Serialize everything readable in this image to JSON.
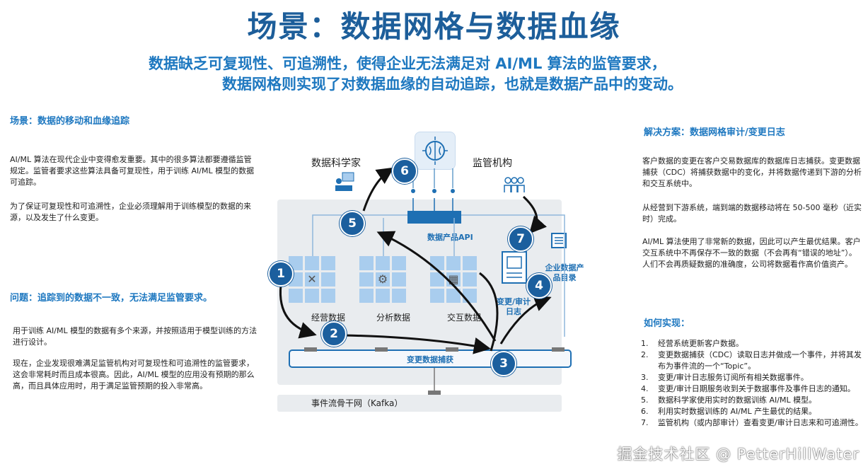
{
  "title": "场景：数据网格与数据血缘",
  "subtitle": {
    "line1": "数据缺乏可复现性、可追溯性，使得企业无法满足对 AI/ML 算法的监管要求，",
    "line2": "数据网格则实现了对数据血缘的自动追踪，也就是数据产品中的变动。"
  },
  "left": {
    "scenario_head": "场景：数据的移动和血缘追踪",
    "scenario_p1": "AI/ML 算法在现代企业中变得愈发重要。其中的很多算法都要遵循监管规定。监管者要求这些算法具备可复现性，用于训练 AI/ML 模型的数据可追踪。",
    "scenario_p2": "为了保证可复现性和可追溯性，企业必须理解用于训练模型的数据的来源，以及发生了什么变更。",
    "problem_head": "问题：追踪到的数据不一致，无法满足监管要求。",
    "problem_p1": "用于训练 AI/ML 模型的数据有多个来源，并按照适用于模型训练的方法进行设计。",
    "problem_p2": "现在，企业发现很难满足监管机构对可复现性和可追溯性的监管要求，这会非常耗时而且成本很高。因此，AI/ML 模型的应用没有预期的那么高，而且具体应用时，用于满足监管预期的投入非常高。"
  },
  "right": {
    "solution_head": "解决方案：数据网格审计/变更日志",
    "solution_p1": "客户数据的变更在客户交易数据库的数据库日志捕获。变更数据捕获（CDC）将捕获数据中的变化，并将数据传递到下游的分析和交互系统中。",
    "solution_p2": "从经营到下游系统，端到端的数据移动将在 50-500 毫秒（近实时）完成。",
    "solution_p3": "AI/ML 算法使用了非常新的数据，因此可以产生最优结果。客户交互系统中不再保存不一致的数据（不会再有“错误的地址”）。人们不会再质疑数据的准确度，公司将数据看作高价值资产。",
    "how_head": "如何实现：",
    "steps": [
      {
        "n": "1.",
        "text": "经营系统更新客户数据。"
      },
      {
        "n": "2.",
        "text": "变更数据捕获（CDC）读取日志并做成一个事件，并将其发布为事件流的一个“Topic”。"
      },
      {
        "n": "3.",
        "text": "变更/审计日志服务订阅所有相关数据事件。"
      },
      {
        "n": "4.",
        "text": "变更/审计日期服务收到关于数据事件及事件日志的通知。"
      },
      {
        "n": "5.",
        "text": "数据科学家使用实时的数据训练 AI/ML 模型。"
      },
      {
        "n": "6.",
        "text": "利用实时数据训练的 AI/ML 产生最优的结果。"
      },
      {
        "n": "7.",
        "text": "监管机构（或内部审计）查看变更/审计日志来和可追溯性。"
      }
    ]
  },
  "diagram": {
    "data_scientist": "数据科学家",
    "regulator": "监管机构",
    "api_label": "数据产品API",
    "ops_data": "经营数据",
    "analytics_data": "分析数据",
    "interaction_data": "交互数据",
    "change_audit_log": "变更/审计日志",
    "catalog": "企业数据产品目录",
    "cdc": "变更数据捕获",
    "kafka": "事件流骨干网（Kafka）",
    "badges": [
      "1",
      "2",
      "3",
      "4",
      "5",
      "6",
      "7"
    ]
  },
  "watermark": "掘金技术社区 @ PetterHillWater",
  "colors": {
    "title": "#1d5e9a",
    "accent": "#1e78c0",
    "badge": "#1b5f9e",
    "grid": "#a9cdee",
    "panel": "#e9ecef"
  }
}
